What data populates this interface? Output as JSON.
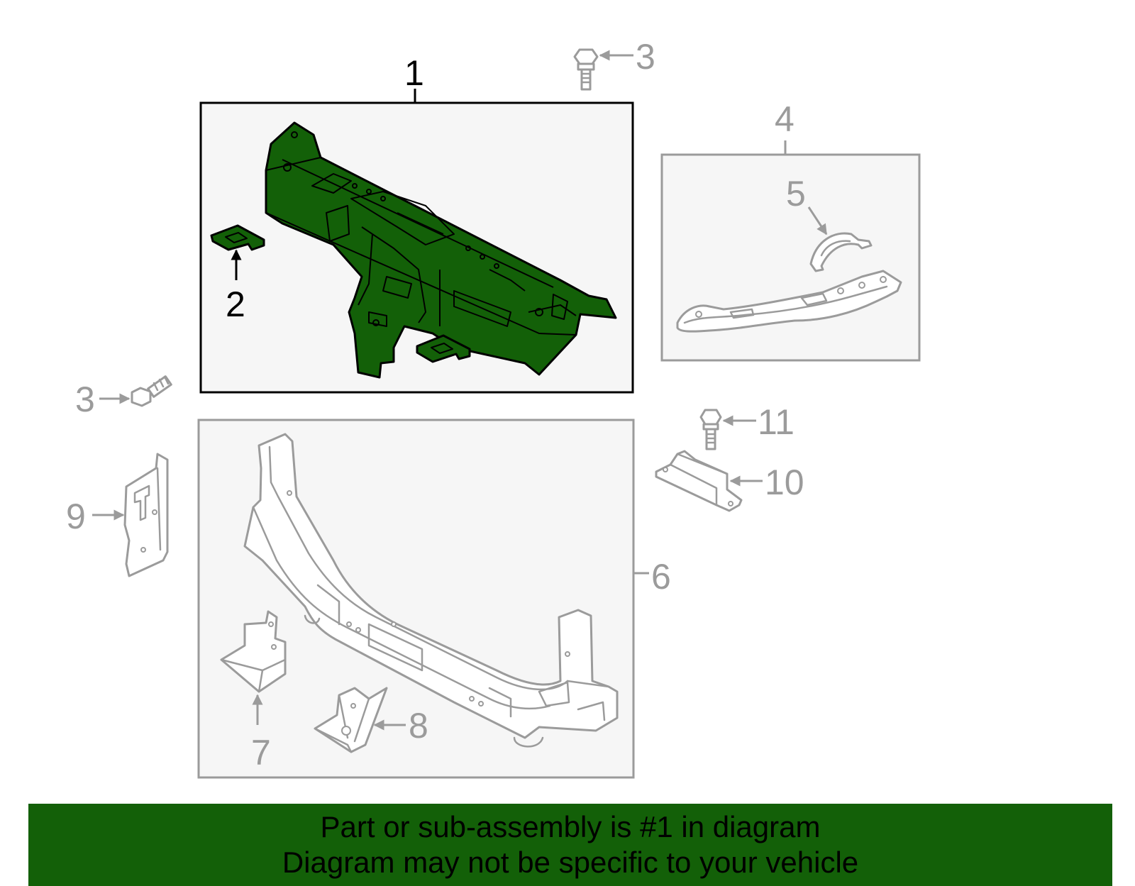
{
  "callouts": {
    "c1": "1",
    "c2": "2",
    "c3_top": "3",
    "c3_left": "3",
    "c4": "4",
    "c5": "5",
    "c6": "6",
    "c7": "7",
    "c8": "8",
    "c9": "9",
    "c10": "10",
    "c11": "11"
  },
  "banner": {
    "line1": "Part or sub-assembly is #1 in diagram",
    "line2": "Diagram may not be specific to your vehicle"
  },
  "colors": {
    "highlight": "#136008",
    "callout_grey": "#9b9b9b",
    "box_fill": "#f6f6f6"
  }
}
